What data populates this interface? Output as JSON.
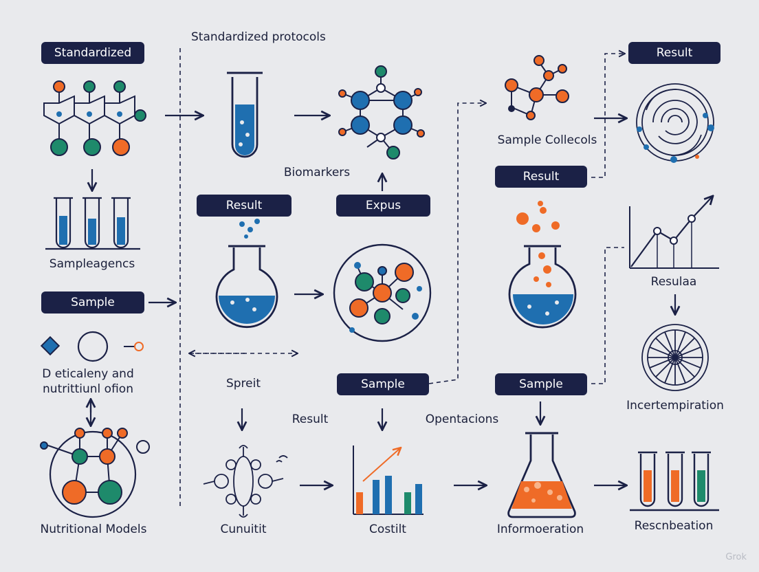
{
  "colors": {
    "navy": "#1b2146",
    "blue": "#1f6fb0",
    "orange": "#ef6b27",
    "green": "#1e8a6b",
    "background": "#e9eaed"
  },
  "labels": {
    "top_caption": "Standardized protocols",
    "sample_agencies": "Sampleagencs",
    "biomarkers": "Biomarkers",
    "sample_collection": "Sample Collecols",
    "deticaleny_line1": "D eticaleny and",
    "deticaleny_line2": "nutrittiunl ofion",
    "spreit": "Spreit",
    "result_text": "Result",
    "opentacions": "Opentacions",
    "resulaa": "Resulaa",
    "incertemp": "Incertempiration",
    "nutritional_models": "Nutritional Models",
    "cunuitit": "Cunuitit",
    "costilt": "Costilt",
    "informoeration": "Informoeration",
    "rescnbeation": "Rescnbeation"
  },
  "pills": {
    "standardized": "Standardized",
    "sample_left": "Sample",
    "result_mid": "Result",
    "expus": "Expus",
    "result_right": "Result",
    "result_top_right": "Result",
    "sample_mid": "Sample",
    "sample_right": "Sample"
  },
  "icons": [
    "molecule-chain-icon",
    "three-test-tubes-icon",
    "shapes-icon",
    "nutrition-network-icon",
    "test-tube-icon",
    "molecule-network-icon",
    "round-flask-icon",
    "molecule-circle-icon",
    "neuron-icon",
    "bar-chart-icon",
    "particle-network-icon",
    "round-flask-bubbles-icon",
    "erlenmeyer-flask-icon",
    "circular-fingerprint-icon",
    "line-chart-icon",
    "wheel-icon",
    "result-test-tubes-icon"
  ],
  "watermark": "Grok"
}
